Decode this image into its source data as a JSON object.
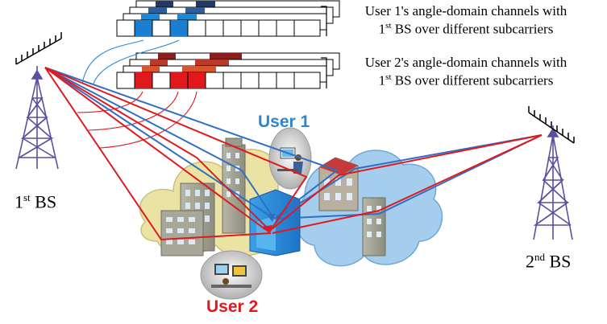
{
  "captions": {
    "user1": {
      "line1": "User 1's angle-domain channels with",
      "ord": "1",
      "sup": "st",
      "rest": " BS over different subcarriers"
    },
    "user2": {
      "line1": "User 2's angle-domain channels with",
      "ord": "1",
      "sup": "st",
      "rest": " BS over different subcarriers"
    }
  },
  "bs1": {
    "num": "1",
    "sup": "st",
    "suffix": " BS"
  },
  "bs2": {
    "num": "2",
    "sup": "nd",
    "suffix": " BS"
  },
  "users": {
    "user1": "User 1",
    "user2": "User 2"
  },
  "colors": {
    "user1_link": "#2f6fc4",
    "user2_link": "#e0191f",
    "user1_label": "#2b86d6",
    "user2_label": "#e0191f",
    "tower": "#5c4f9e",
    "cloud_left": "#eae3a4",
    "cloud_right": "#a5cdee"
  },
  "icons": [
    "antenna-array-icon",
    "tower-icon",
    "cloud-icon",
    "building-icon",
    "person-at-computer-icon",
    "terminal-icon"
  ]
}
